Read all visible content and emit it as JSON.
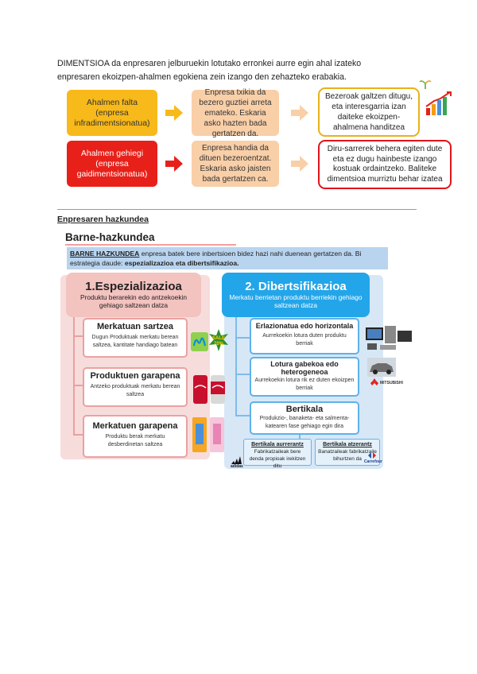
{
  "intro": {
    "line1": "DIMENTSIOA da enpresaren jelburuekin lotutako erronkei aurre egin ahal izateko",
    "line2": "enpresaren ekoizpen-ahalmen egokiena zein izango den zehazteko erabakia."
  },
  "row1": {
    "left": "Ahalmen falta (enpresa infradimentsionatua)",
    "middle": "Enpresa txikia da bezero guztiei arreta emateko. Eskaria asko hazten bada gertatzen da.",
    "right": "Bezeroak galtzen ditugu, eta interesgarria izan daiteke ekoizpen-ahalmena handitzea"
  },
  "row2": {
    "left": "Ahalmen gehiegi (enpresa gaidimentsionatua)",
    "middle": "Enpresa handia da dituen bezeroentzat. Eskaria asko jaisten bada gertatzen ca.",
    "right": "Diru-sarrerek behera egiten dute eta ez dugu hainbeste izango kostuak ordaintzeko. Baliteke dimentsioa murriztu behar izatea"
  },
  "colors": {
    "orange": "#f8b91a",
    "red": "#e7211a",
    "peach": "#f9cfa8",
    "blue": "#23a5e9",
    "pink": "#f3c3c0"
  },
  "section_title": "Enpresaren hazkundea",
  "barne_title": "Barne-hazkundea",
  "definition": {
    "term": "BARNE HAZKUNDEA",
    "text": " enpresa batek bere inbertsioen bidez hazi nahi duenean gertatzen da. Bi estrategia daude: ",
    "strategies": "espezializazioa eta dibertsifikazioa."
  },
  "espezializazioa": {
    "title": "1.Espezializazioa",
    "subtitle": "Produktu berarekin edo antzekoekin gehiago saltzean datza",
    "cards": [
      {
        "title": "Merkatuan sartzea",
        "text": "Dugun Produktuak merkatu berean saltzea, kantitate handiago batean"
      },
      {
        "title": "Produktuen garapena",
        "text": "Antzeko produktuak merkatu berean saltzea"
      },
      {
        "title": "Merkatuen garapena",
        "text": "Produktu berak merkatu desberdinetan saltzea"
      }
    ],
    "sale_badge": "SALE 70%"
  },
  "dibertsifikazioa": {
    "title": "2. Dibertsifikazioa",
    "subtitle": "Merkatu berrietan produktu berriekin gehiago saltzean datza",
    "cards": [
      {
        "title": "Erlazionatua edo horizontala",
        "text": "Aurrekoekin lotura duten produktu berriak"
      },
      {
        "title": "Lotura gabekoa edo heterogeneoa",
        "text": "Aurrekoekin lotura rik ez duten ekoizpen berriak"
      },
      {
        "title": "Bertikala",
        "text": "Produkzio-, banaketa- eta salmenta-katearen fase gehiago egin dira"
      }
    ],
    "aurrerantz": {
      "title": "Bertikala aurrerantz",
      "text": "Fabrikatzaileak bere denda propioak irekitzen ditu"
    },
    "atzerantz": {
      "title": "Bertikala atzerantz",
      "text": "Banatzaileak fabrikatzaile bihurtzen da"
    },
    "logo_mitsubishi": "MITSUBISHI",
    "logo_carrefour": "Carrefour",
    "logo_adidas": "adidas"
  }
}
